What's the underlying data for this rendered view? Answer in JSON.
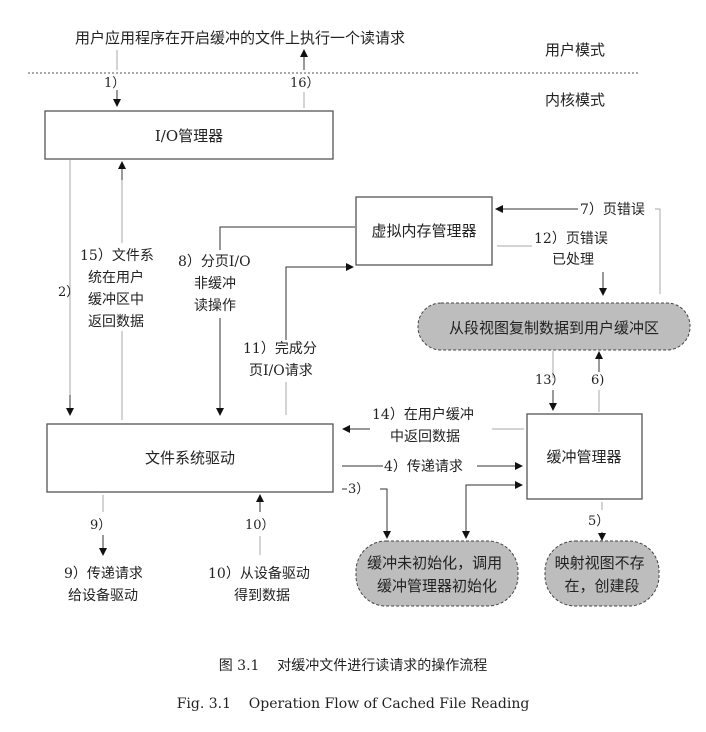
{
  "diagram": {
    "top_request": "用户应用程序在开启缓冲的文件上执行一个读请求",
    "user_mode": "用户模式",
    "kernel_mode": "内核模式",
    "nodes": {
      "io_manager": "I/O管理器",
      "vmm": "虚拟内存管理器",
      "copy_view": "从段视图复制数据到用户缓冲区",
      "fs_driver": "文件系统驱动",
      "cache_manager": "缓冲管理器",
      "cache_init": [
        "缓冲未初始化，调用",
        "缓冲管理器初始化"
      ],
      "create_section": [
        "映射视图不存",
        "在，创建段"
      ]
    },
    "steps": {
      "s1": "1）",
      "s16": "16）",
      "s2": "2）",
      "s15": [
        "15）文件系",
        "统在用户",
        "缓冲区中",
        "返回数据"
      ],
      "s8": [
        "8）分页I/O",
        "非缓冲",
        "读操作"
      ],
      "s11": [
        "11）完成分",
        "页I/O请求"
      ],
      "s7": "7）页错误",
      "s12": [
        "12）页错误",
        "已处理"
      ],
      "s13": "13）",
      "s6": "6)",
      "s14": [
        "14）在用户缓冲",
        "中返回数据"
      ],
      "s4": "4）传递请求",
      "s3": "3）",
      "s5": "5）",
      "s9": "9）",
      "s9_text": [
        "9）传递请求",
        "给设备驱动"
      ],
      "s10": "10）",
      "s10_text": [
        "10）从设备驱动",
        "得到数据"
      ]
    },
    "caption_cn": "图 3.1    对缓冲文件进行读请求的操作流程",
    "caption_en": "Fig. 3.1    Operation Flow of Cached File Reading"
  }
}
